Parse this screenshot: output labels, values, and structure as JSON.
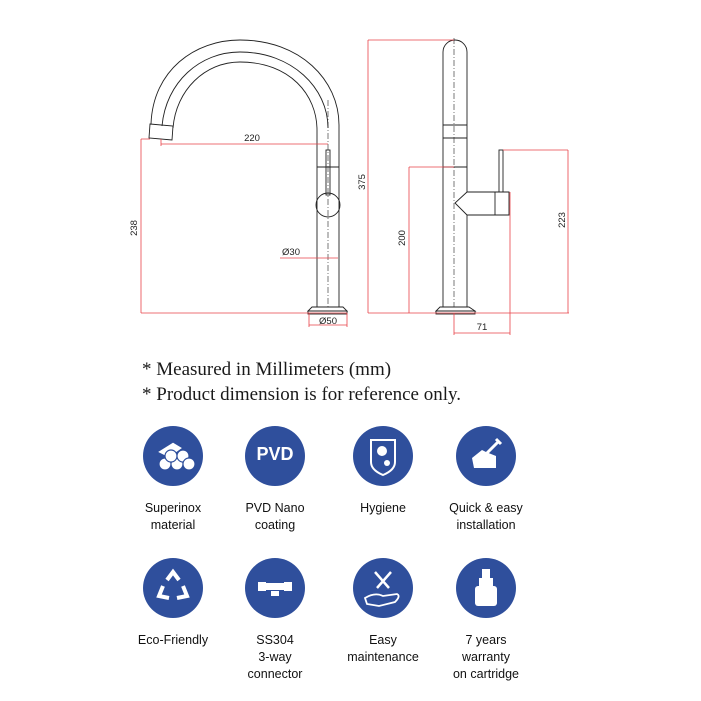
{
  "dimensions": {
    "spout_reach": "220",
    "spout_height": "238",
    "body_diameter": "Ø30",
    "base_diameter": "Ø50",
    "total_height": "375",
    "handle_height": "200",
    "lever_height": "223",
    "handle_reach": "71"
  },
  "notes": [
    "* Measured in Millimeters (mm)",
    "*  Product dimension is for reference only."
  ],
  "features": [
    {
      "icon": "pipes-icon",
      "lines": [
        "Superinox",
        "material"
      ]
    },
    {
      "icon": "pvd-icon",
      "badge": "PVD",
      "lines": [
        "PVD Nano",
        "coating"
      ]
    },
    {
      "icon": "shield-icon",
      "lines": [
        "Hygiene"
      ]
    },
    {
      "icon": "wrench-hand-icon",
      "lines": [
        "Quick & easy",
        "installation"
      ]
    },
    {
      "icon": "recycle-icon",
      "lines": [
        "Eco-Friendly"
      ]
    },
    {
      "icon": "connector-icon",
      "lines": [
        "SS304",
        "3-way",
        "connector"
      ]
    },
    {
      "icon": "tools-hand-icon",
      "lines": [
        "Easy",
        "maintenance"
      ]
    },
    {
      "icon": "cartridge-icon",
      "lines": [
        "7 years",
        "warranty",
        "on cartridge"
      ]
    }
  ],
  "colors": {
    "icon_bg": "#2f4f9c",
    "dimension_line": "#e8434a"
  }
}
